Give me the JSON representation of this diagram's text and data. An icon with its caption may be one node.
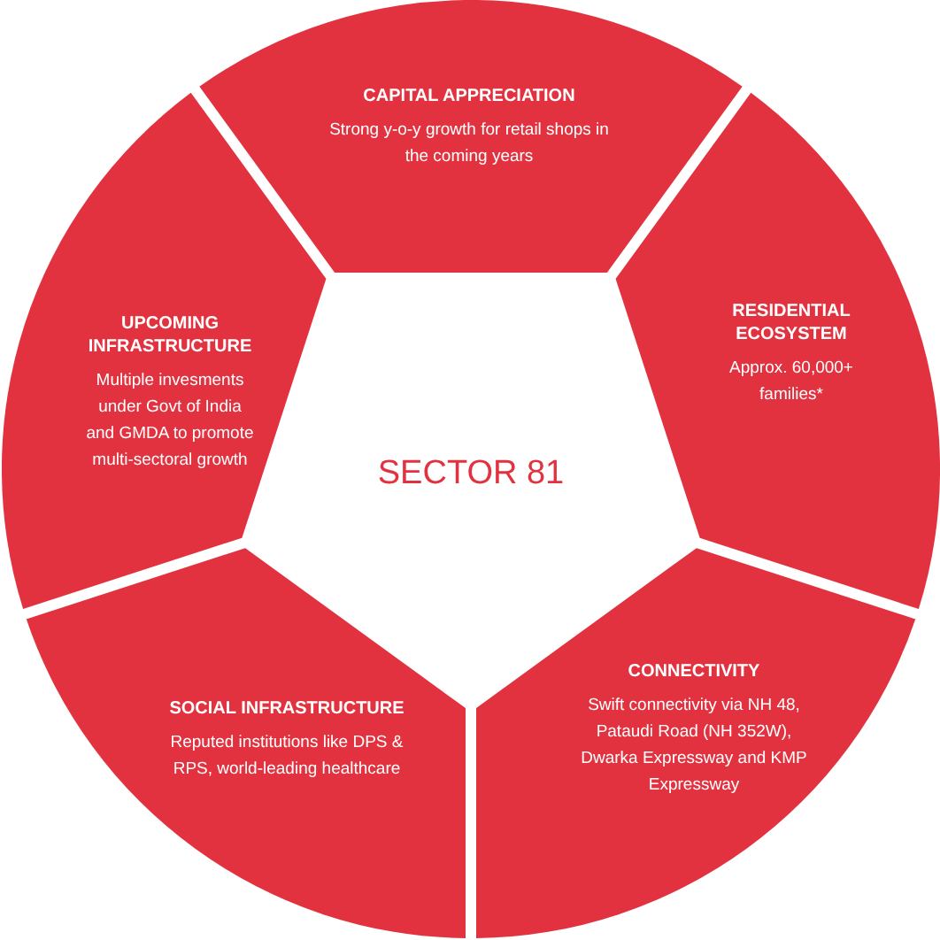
{
  "diagram": {
    "nodes": [
      {
        "text": [
          "CAPITAL APPRECIATION",
          "Strong y-o-y growth for retail shops in the coming years"
        ]
      },
      {
        "text": [
          "UPCOMING INFRASTRUCTURE",
          "Multiple invesments under Govt of India and GMDA to promote multi-sectoral growth"
        ]
      },
      {
        "text": [
          "RESIDENTIAL ECOSYSTEM",
          "Approx. 60,000+ families*"
        ]
      },
      {
        "text": [
          "SECTOR 81"
        ]
      },
      {
        "text": [
          "SOCIAL INFRASTRUCTURE",
          "Reputed institutions like DPS & RPS, world-leading healthcare"
        ]
      },
      {
        "text": [
          "CONNECTIVITY",
          "Swift connectivity via NH 48, Pataudi Road (NH 352W), Dwarka Expressway and KMP Expressway"
        ]
      }
    ]
  }
}
